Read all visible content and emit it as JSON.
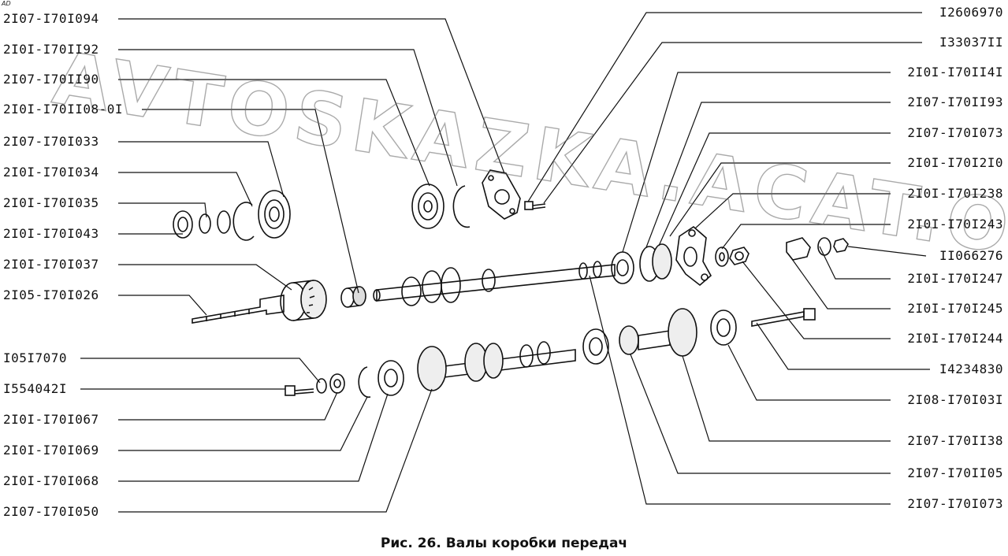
{
  "corner_mark": "AD",
  "caption": "Рис. 26. Валы коробки передач",
  "watermark": "AVTOSKAZKA.ACAT.ONLINE",
  "labels_left": [
    "2I07-I70I094",
    "2I0I-I70II92",
    "2I07-I70II90",
    "2I0I-I70II08-0I",
    "2I07-I70I033",
    "2I0I-I70I034",
    "2I0I-I70I035",
    "2I0I-I70I043",
    "2I0I-I70I037",
    "2I05-I70I026",
    "I05I7070",
    "I554042I",
    "2I0I-I70I067",
    "2I0I-I70I069",
    "2I0I-I70I068",
    "2I07-I70I050"
  ],
  "labels_right": [
    "I2606970",
    "I33037II",
    "2I0I-I70II4I",
    "2I07-I70II93",
    "2I07-I70I073",
    "2I0I-I70I2I0",
    "2I0I-I70I238",
    "2I0I-I70I243",
    "II066276",
    "2I0I-I70I247",
    "2I0I-I70I245",
    "2I0I-I70I244",
    "I4234830",
    "2I08-I70I03I",
    "2I07-I70II38",
    "2I07-I70II05",
    "2I07-I70I073"
  ]
}
